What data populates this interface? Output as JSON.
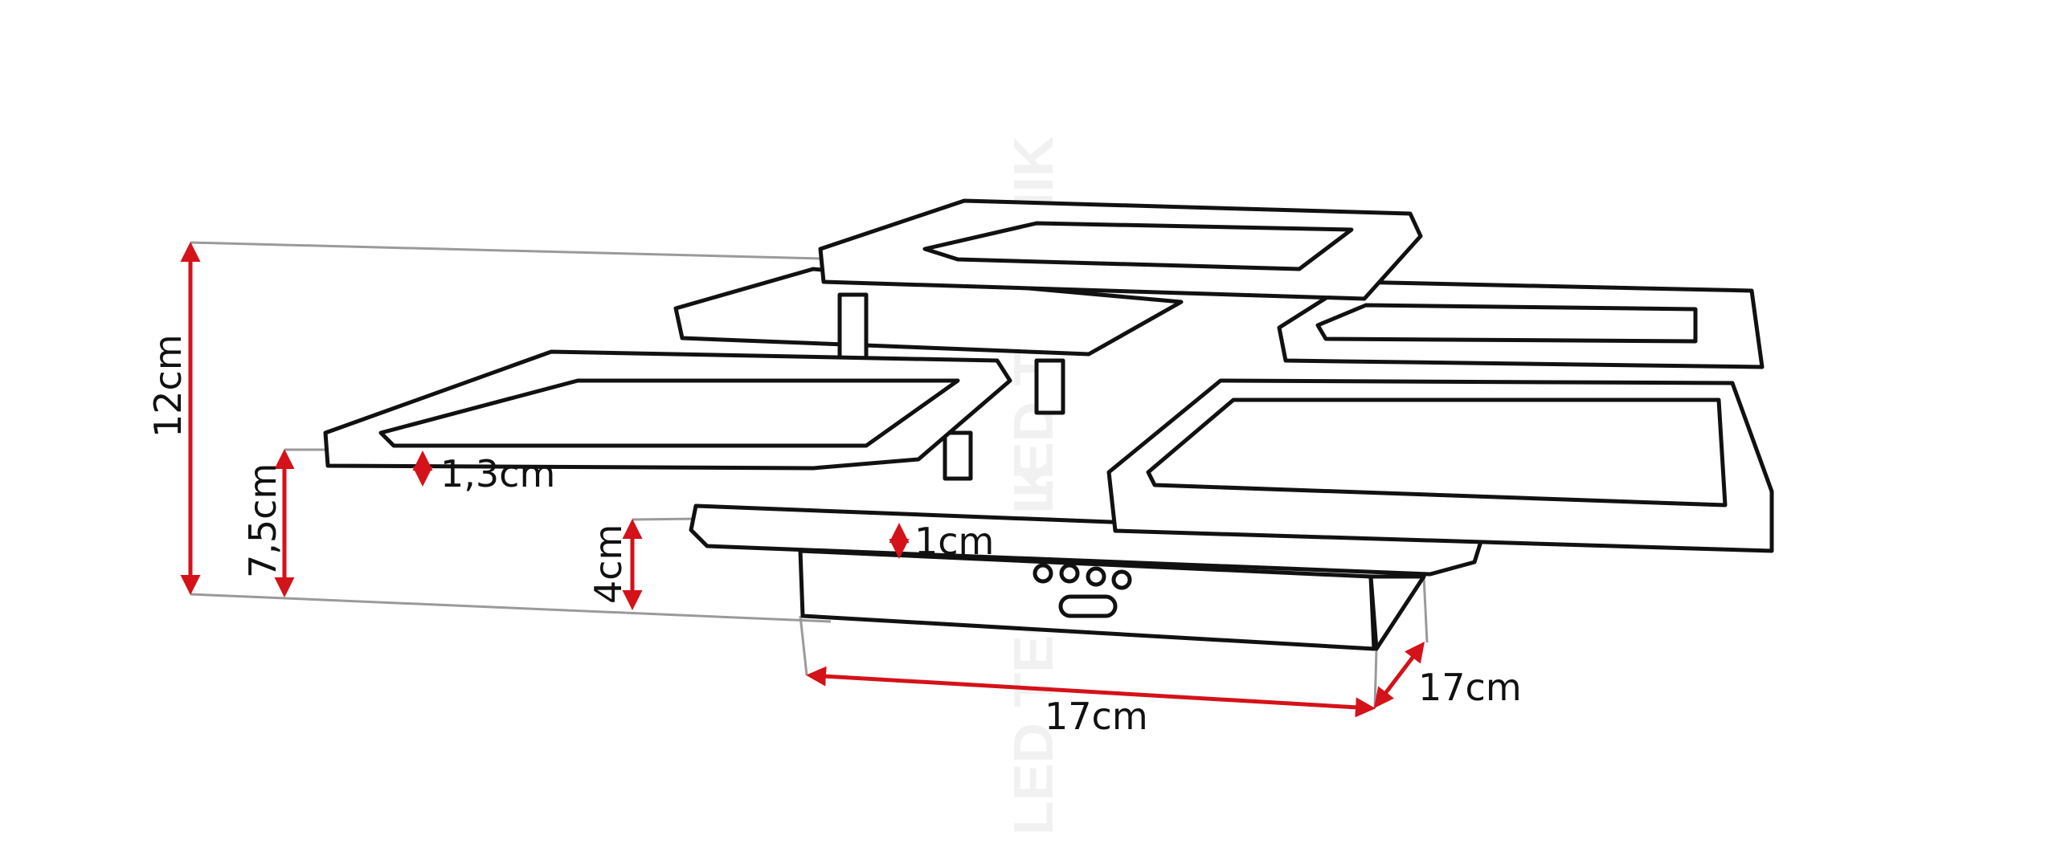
{
  "watermark": "LED TECHNIK",
  "colors": {
    "dimension": "#d4121a",
    "outline": "#111111",
    "leader": "#9a9a9a"
  },
  "dimensions": {
    "total_height": "12cm",
    "ring_height_above_base": "7,5cm",
    "base_height": "4cm",
    "ring_thickness": "1,3cm",
    "plate_thickness": "1cm",
    "base_width": "17cm",
    "base_depth": "17cm"
  }
}
